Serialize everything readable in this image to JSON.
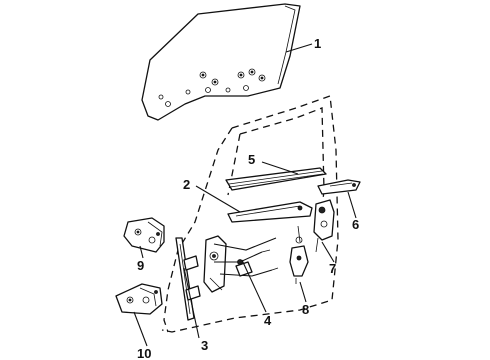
{
  "callouts": [
    {
      "id": "c1",
      "text": "1"
    },
    {
      "id": "c2",
      "text": "2"
    },
    {
      "id": "c3",
      "text": "3"
    },
    {
      "id": "c4",
      "text": "4"
    },
    {
      "id": "c5",
      "text": "5"
    },
    {
      "id": "c6",
      "text": "6"
    },
    {
      "id": "c7",
      "text": "7"
    },
    {
      "id": "c8",
      "text": "8"
    },
    {
      "id": "c9",
      "text": "9"
    },
    {
      "id": "c10",
      "text": "10"
    }
  ],
  "colors": {
    "ink": "#111111",
    "background": "#ffffff"
  }
}
